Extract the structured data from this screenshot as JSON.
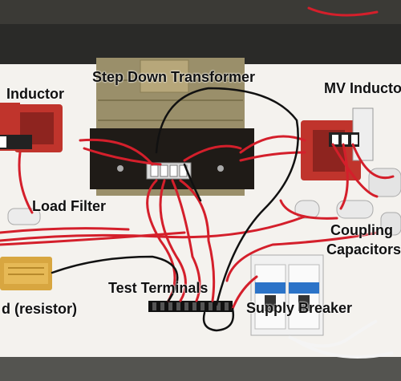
{
  "labels": {
    "inductor_left": "Inductor",
    "transformer": "Step Down Transformer",
    "mv_inductor": "MV Inductor",
    "load_filter": "Load Filter",
    "coupling_capacitors_1": "Coupling",
    "coupling_capacitors_2": "Capacitors",
    "load_resistor": "d (resistor)",
    "test_terminals": "Test Terminals",
    "supply_breaker": "Supply Breaker"
  },
  "colors": {
    "wall": "#2a2a28",
    "board": "#f4f2ee",
    "wire_red": "#d41f2b",
    "wire_black": "#111111",
    "transformer_core": "#9a8f6a",
    "transformer_bracket": "#1f1b17",
    "inductor_red": "#c0342c",
    "resistor_gold": "#d8a640",
    "breaker_white": "#f1f1f1",
    "breaker_blue": "#2b73c8"
  }
}
